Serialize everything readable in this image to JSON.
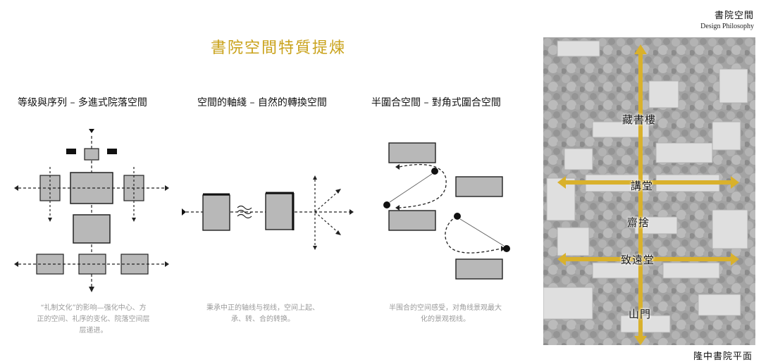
{
  "header": {
    "title_zh": "書院空間",
    "title_en": "Design Philosophy"
  },
  "main_title": "書院空間特質提煉",
  "sections": [
    {
      "title": "等级與序列 – 多進式院落空間",
      "desc_lines": [
        "“礼制文化”的影响—强化中心、方",
        "正的空间、礼序的变化、院落空间层",
        "层递进。"
      ]
    },
    {
      "title": "空間的軸綫 – 自然的轉換空間",
      "desc_lines": [
        "秉承中正的轴线与视线，空间上起、",
        "承、转、合的转换。"
      ]
    },
    {
      "title": "半圍合空間 – 對角式圍合空間",
      "desc_lines": [
        "半围合的空间感受，对角线景观最大",
        "化的景观视线。"
      ]
    }
  ],
  "map": {
    "labels": [
      "藏書樓",
      "講堂",
      "齋捨",
      "致遠堂",
      "山門"
    ],
    "caption": "隆中書院平面"
  },
  "colors": {
    "accent_gold": "#c9a21a",
    "axis_gold": "#d9b12c",
    "block_gray": "#b8b8b8",
    "text_gray": "#9a9a9a"
  }
}
